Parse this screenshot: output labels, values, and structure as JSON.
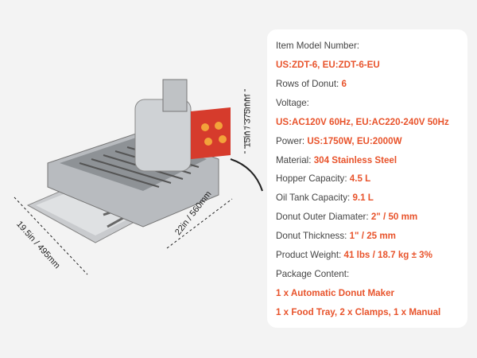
{
  "dimensions": {
    "height": "15in / 375mm",
    "length": "22in / 560mm",
    "width": "19.5in / 495mm"
  },
  "specs": [
    {
      "label": "Item Model Number:",
      "value": ""
    },
    {
      "label": "",
      "value": "US:ZDT-6, EU:ZDT-6-EU"
    },
    {
      "label": "Rows of Donut: ",
      "value": "6"
    },
    {
      "label": "Voltage:",
      "value": ""
    },
    {
      "label": "",
      "value": "US:AC120V 60Hz, EU:AC220-240V 50Hz"
    },
    {
      "label": "Power: ",
      "value": "US:1750W, EU:2000W"
    },
    {
      "label": "Material: ",
      "value": "304 Stainless Steel"
    },
    {
      "label": "Hopper Capacity: ",
      "value": "4.5 L"
    },
    {
      "label": "Oil Tank Capacity: ",
      "value": "9.1 L"
    },
    {
      "label": "Donut Outer Diamater: ",
      "value": "2\" / 50 mm"
    },
    {
      "label": "Donut Thickness: ",
      "value": "1\" / 25 mm"
    },
    {
      "label": "Product Weight: ",
      "value": "41 lbs / 18.7 kg ± 3%"
    },
    {
      "label": "Package Content:",
      "value": ""
    },
    {
      "label": "",
      "value": "1 x Automatic Donut Maker"
    },
    {
      "label": "",
      "value": "1 x Food Tray, 2 x Clamps, 1 x Manual"
    }
  ],
  "colors": {
    "accent": "#e8532b",
    "text": "#444444"
  }
}
